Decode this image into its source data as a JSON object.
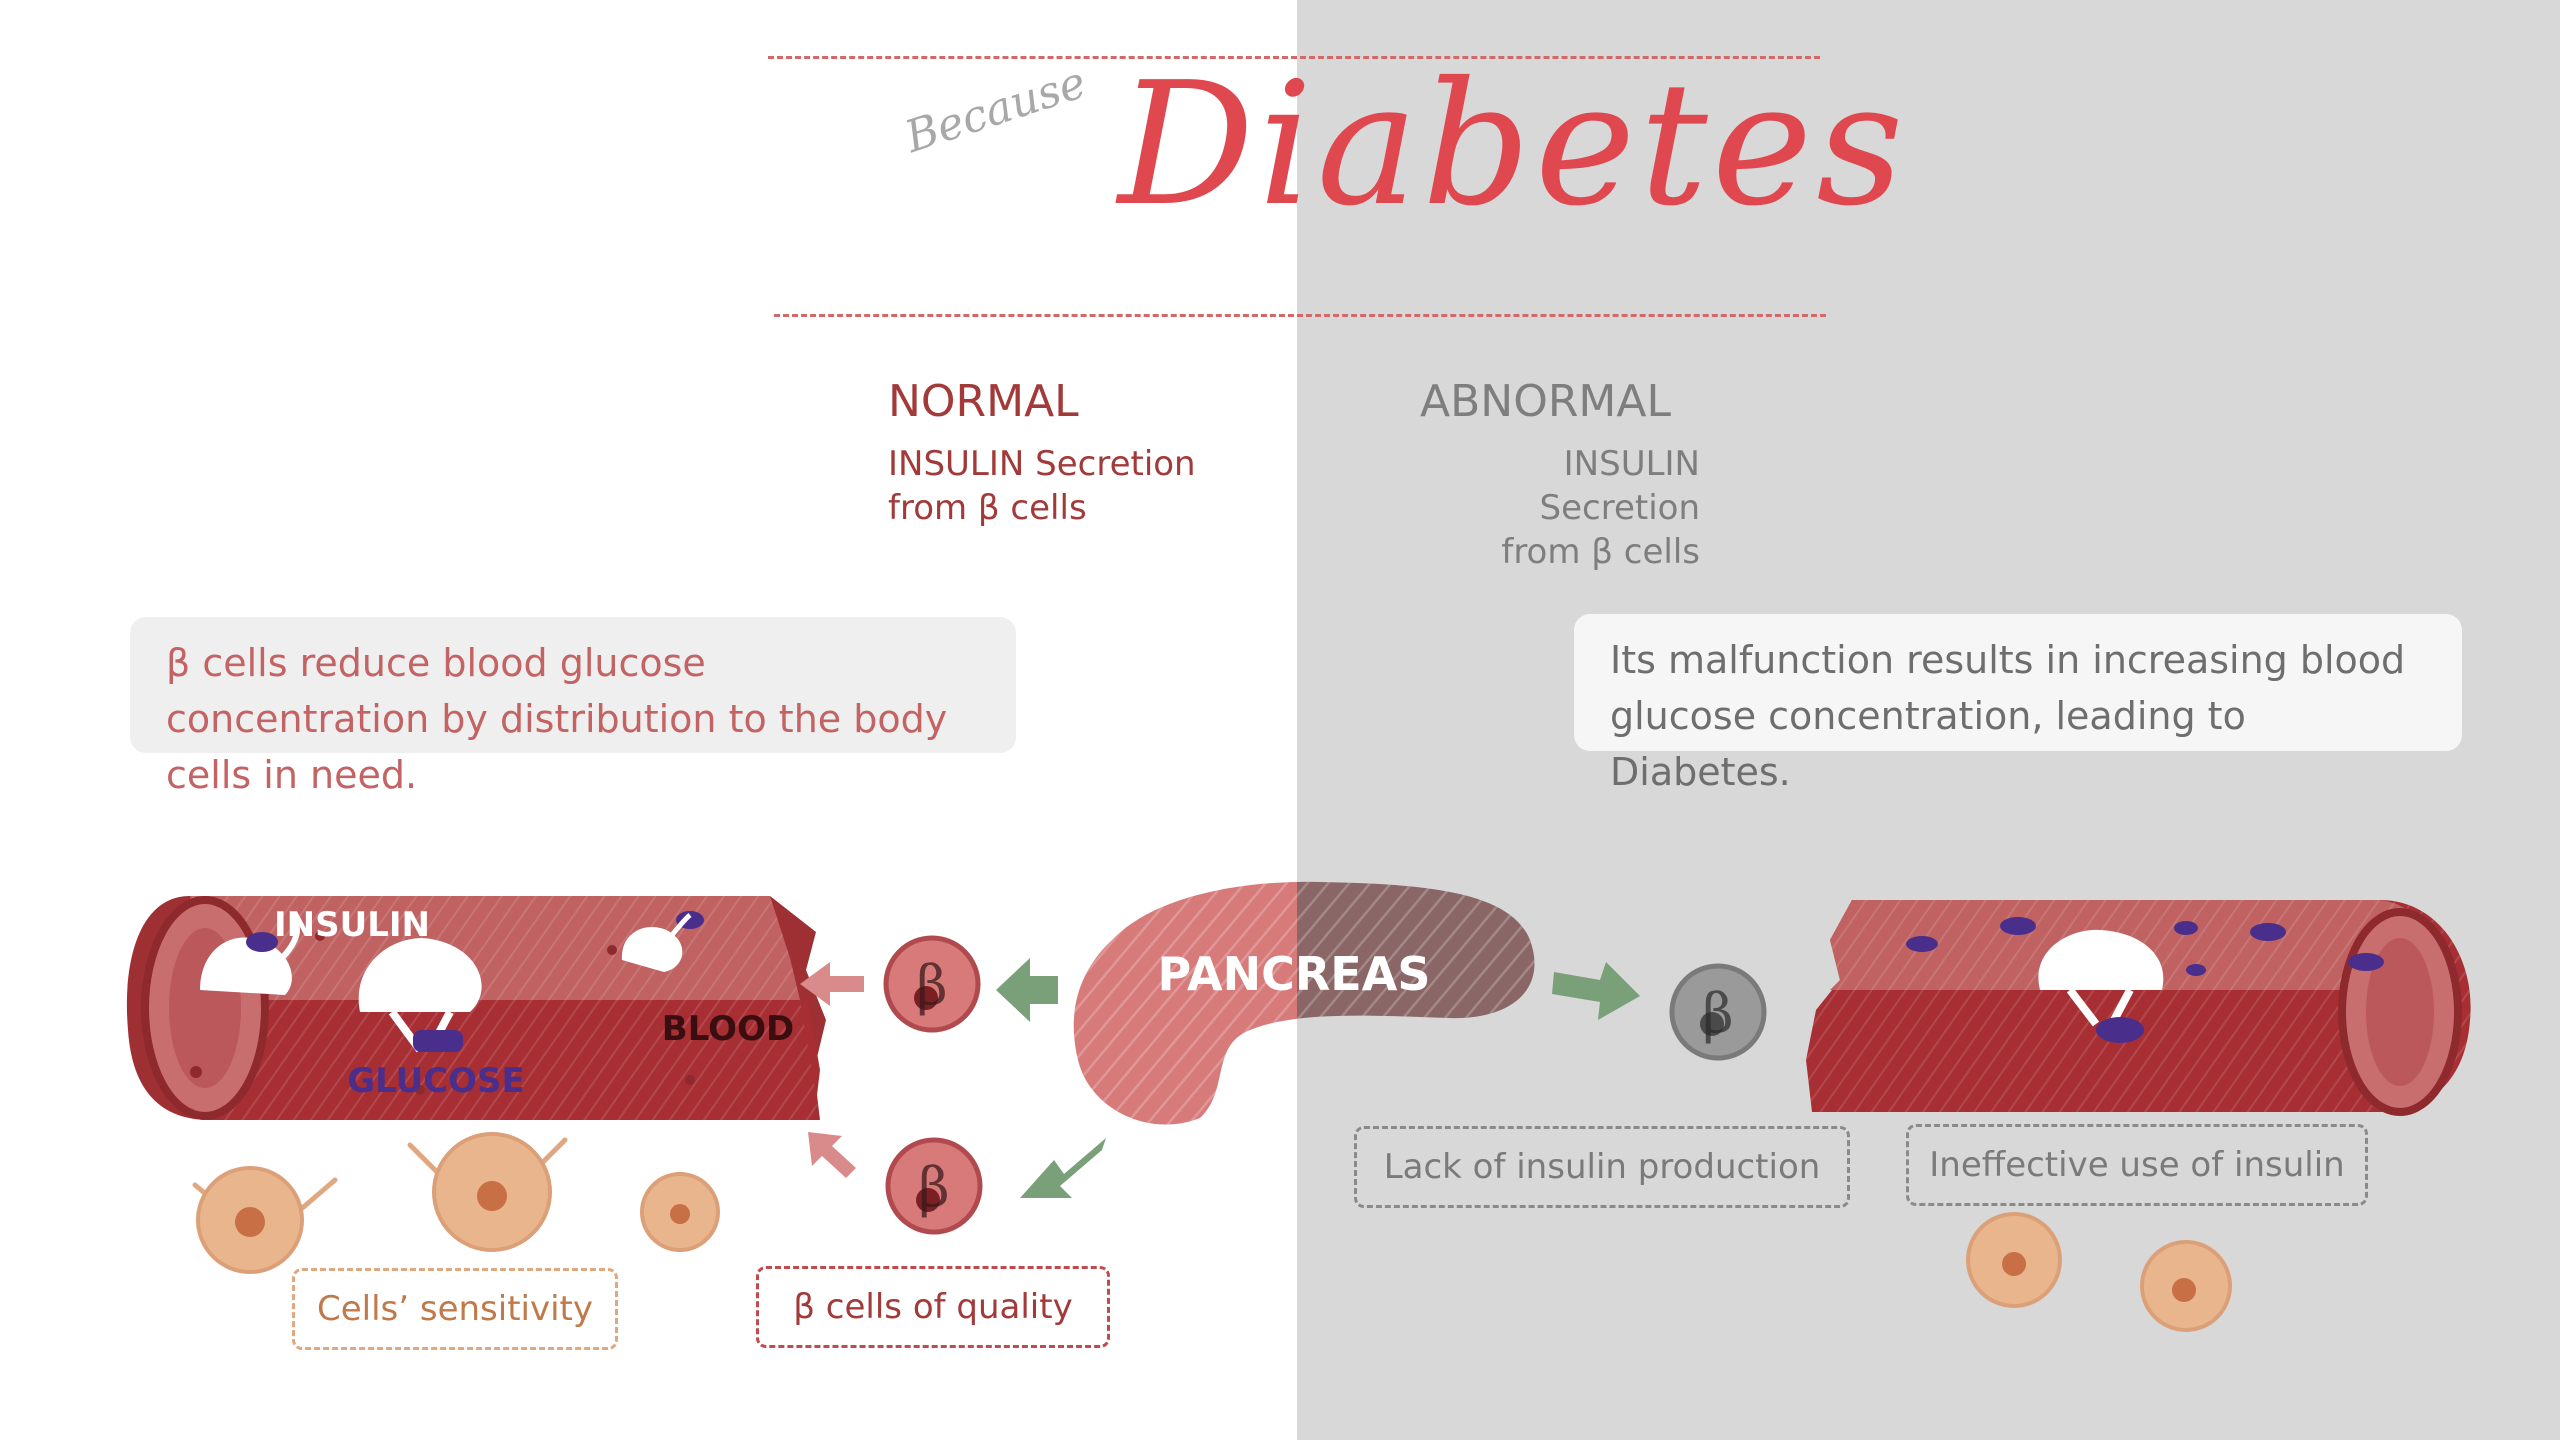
{
  "header": {
    "because": "Because",
    "title": "Diabetes"
  },
  "normal": {
    "heading": "NORMAL",
    "sub_line1": "INSULIN Secretion",
    "sub_line2": "from β cells",
    "description": "β cells reduce blood glucose concentration by distribution to the body cells in need."
  },
  "abnormal": {
    "heading": "ABNORMAL",
    "sub_line1": "INSULIN Secretion",
    "sub_line2": "from β cells",
    "description": "Its malfunction results in increasing blood glucose concentration, leading to Diabetes."
  },
  "labels": {
    "insulin": "INSULIN",
    "glucose": "GLUCOSE",
    "blood": "BLOOD",
    "pancreas": "PANCREAS",
    "beta": "β"
  },
  "tags": {
    "cells_sensitivity": "Cells’ sensitivity",
    "beta_quality": "β cells of quality",
    "lack_insulin": "Lack of insulin production",
    "ineffective_insulin": "Ineffective use of insulin"
  },
  "colors": {
    "normal_accent": "#a23a3a",
    "abnormal_text": "#7e7e7e",
    "blood": "#b23a3a",
    "glucose": "#4a2e8c",
    "arrow_green": "#7aa07a",
    "arrow_pink": "#d98a8a",
    "cell": "#e9b58c",
    "gray_background": "#d8d8d8"
  }
}
